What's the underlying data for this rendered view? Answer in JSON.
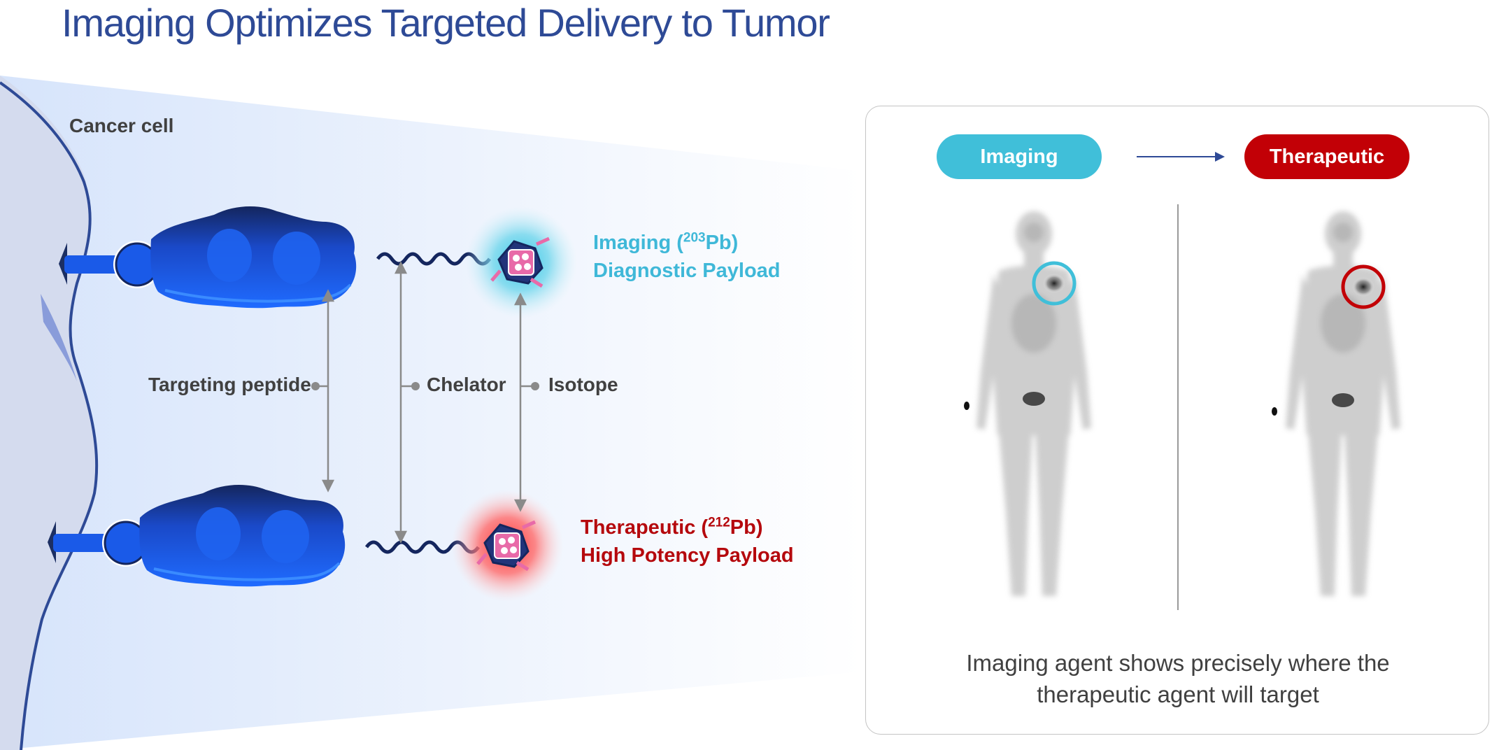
{
  "title": "Imaging Optimizes Targeted Delivery to Tumor",
  "diagram": {
    "cancer_cell_label": "Cancer cell",
    "imaging_payload": {
      "line1_prefix": "Imaging (",
      "isotope_mass": "203",
      "line1_suffix": "Pb)",
      "line2": "Diagnostic Payload"
    },
    "therapeutic_payload": {
      "line1_prefix": "Therapeutic (",
      "isotope_mass": "212",
      "line1_suffix": "Pb)",
      "line2": "High Potency Payload"
    },
    "component_labels": {
      "targeting_peptide": "Targeting peptide",
      "chelator": "Chelator",
      "isotope": "Isotope"
    }
  },
  "panel": {
    "imaging_label": "Imaging",
    "therapeutic_label": "Therapeutic",
    "caption_line1": "Imaging agent shows precisely where the",
    "caption_line2": "therapeutic agent will target",
    "highlight_colors": {
      "imaging": "#40bfd9",
      "therapeutic": "#c20006"
    }
  },
  "colors": {
    "title": "#2e4a96",
    "cyan": "#3fb8d8",
    "red": "#b5090d",
    "text_grey": "#404040",
    "peptide_blue": "#1450e0"
  }
}
